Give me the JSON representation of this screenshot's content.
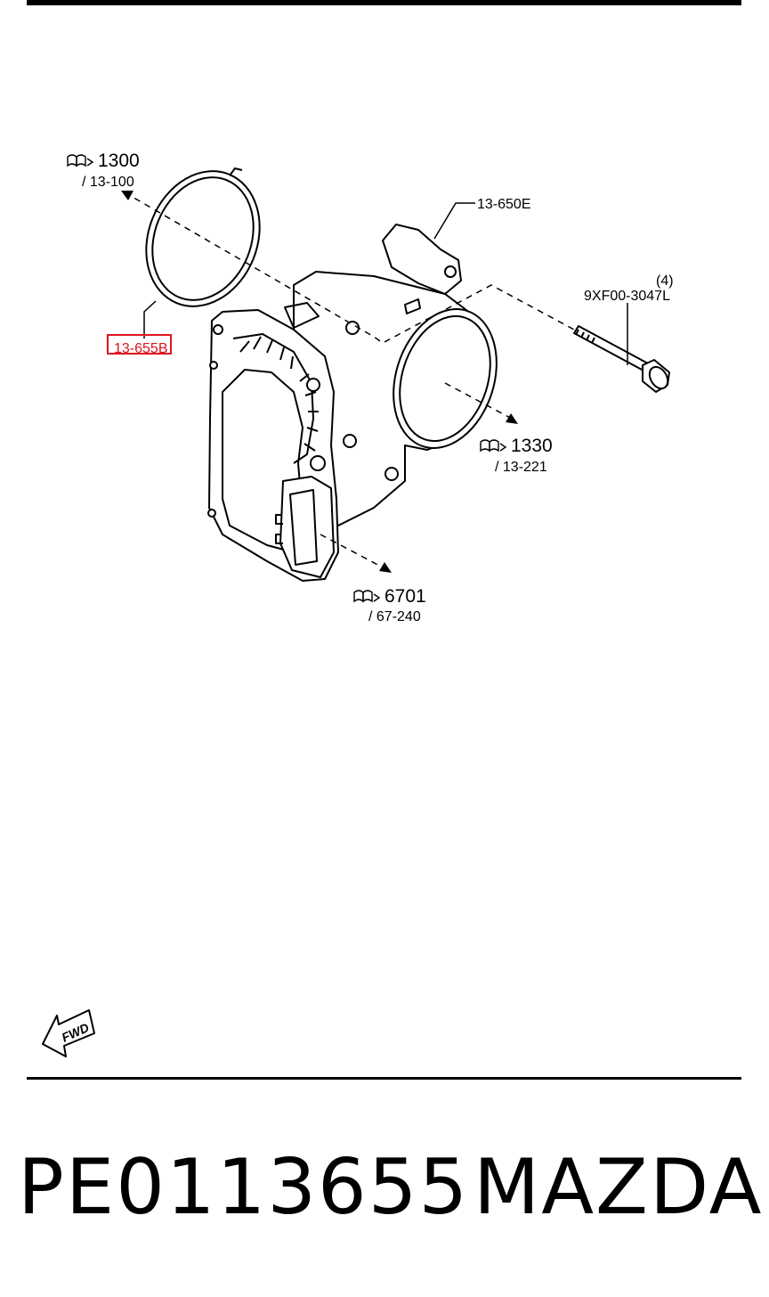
{
  "callouts": {
    "ref_1300": {
      "code": "1300",
      "page": "/ 13-100"
    },
    "ref_1330": {
      "code": "1330",
      "page": "/ 13-221"
    },
    "ref_6701": {
      "code": "6701",
      "page": "/ 67-240"
    }
  },
  "parts": {
    "throttle_body": "13-650E",
    "gasket": "13-655B",
    "bolt": "9XF00-3047L",
    "bolt_qty": "(4)"
  },
  "fwd_label": "FWD",
  "footer": {
    "part_number": "PE0113655",
    "brand": "MAZDA"
  },
  "highlight_color": "#e0141e"
}
